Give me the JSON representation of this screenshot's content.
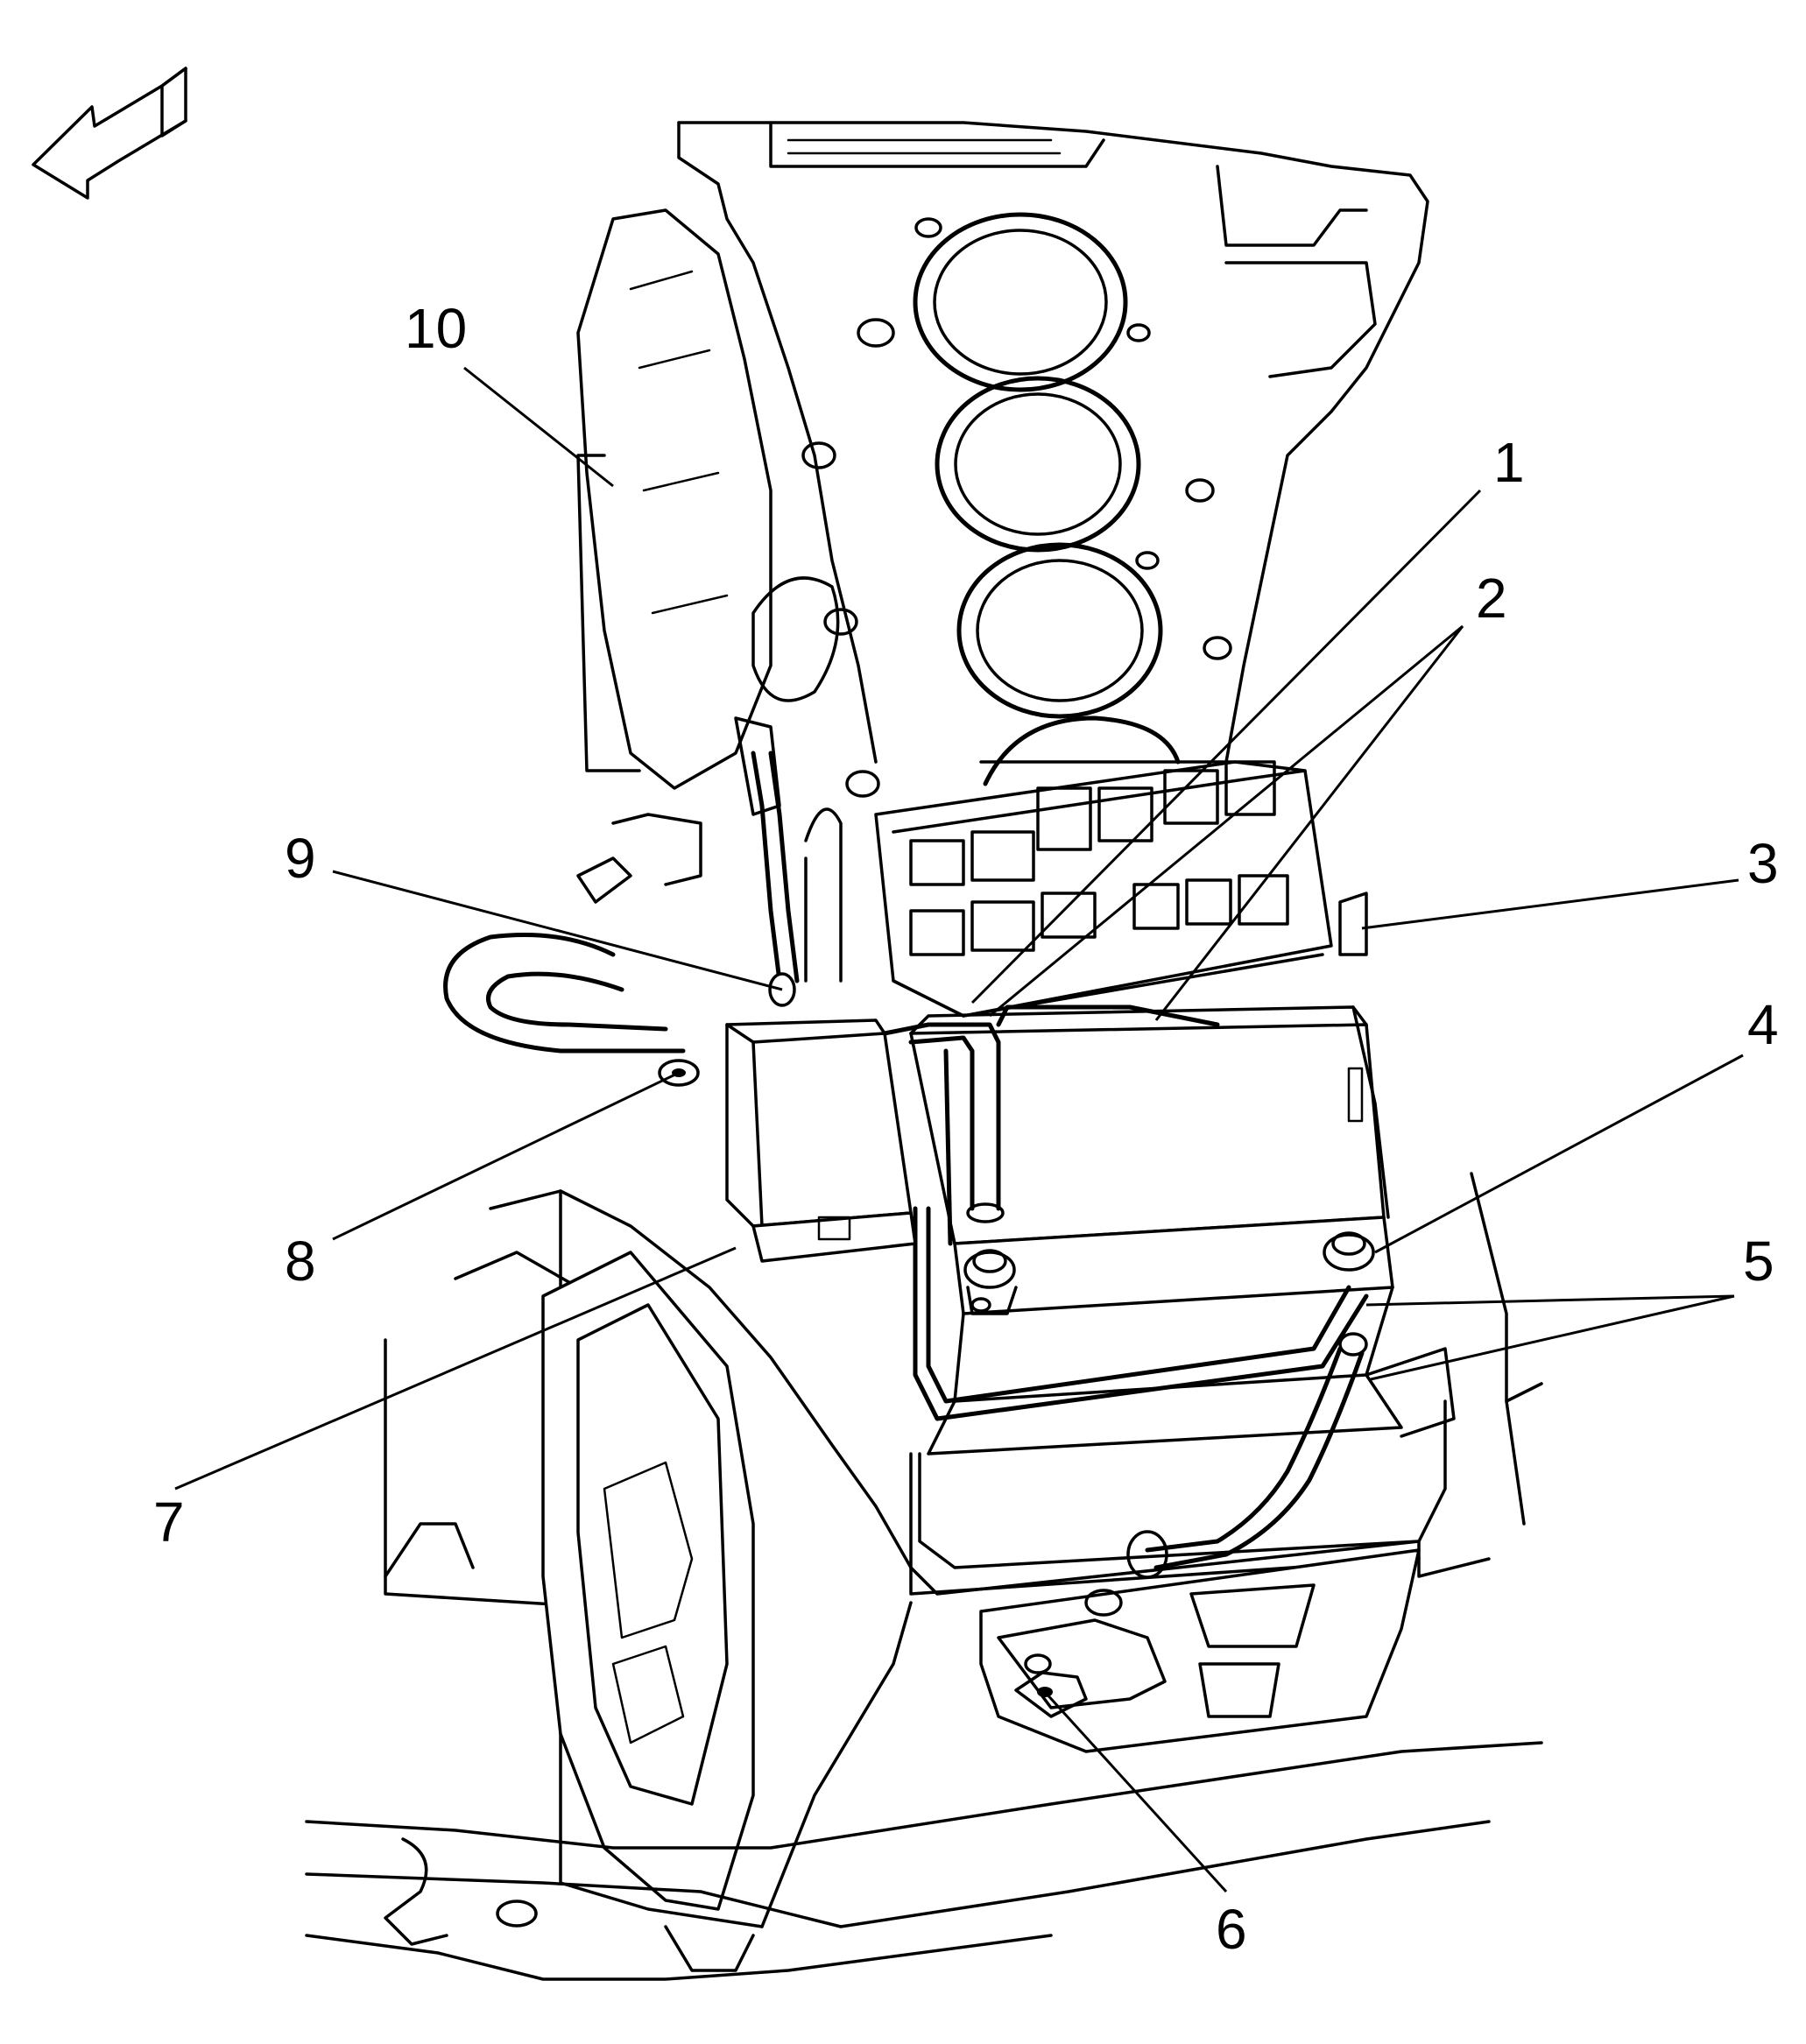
{
  "callouts": [
    {
      "id": "1",
      "label": "1"
    },
    {
      "id": "2",
      "label": "2"
    },
    {
      "id": "3",
      "label": "3"
    },
    {
      "id": "4",
      "label": "4"
    },
    {
      "id": "5",
      "label": "5"
    },
    {
      "id": "6",
      "label": "6"
    },
    {
      "id": "7",
      "label": "7"
    },
    {
      "id": "8",
      "label": "8"
    },
    {
      "id": "9",
      "label": "9"
    },
    {
      "id": "10",
      "label": "10"
    }
  ],
  "icons": {
    "direction_arrow": "front-direction-arrow-icon"
  }
}
